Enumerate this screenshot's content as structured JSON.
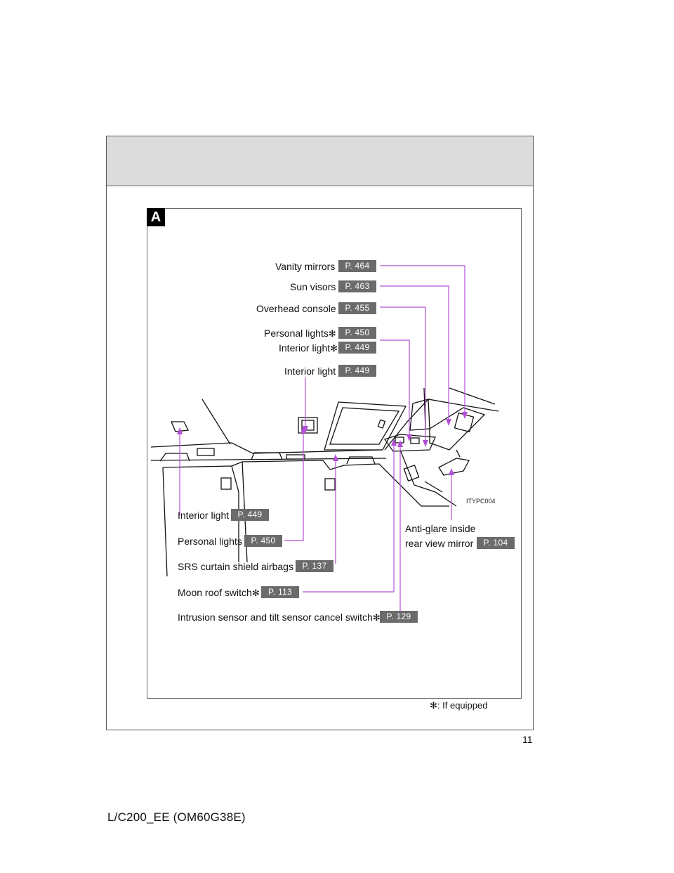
{
  "section": "A",
  "labels": {
    "vanity_mirrors": {
      "text": "Vanity mirrors",
      "page": "P. 464"
    },
    "sun_visors": {
      "text": "Sun visors",
      "page": "P. 463"
    },
    "overhead_console": {
      "text": "Overhead console",
      "page": "P. 455"
    },
    "personal_lights_opt": {
      "text": "Personal lights",
      "page": "P. 450"
    },
    "interior_light_opt": {
      "text": "Interior light",
      "page": "P. 449"
    },
    "interior_light_top": {
      "text": "Interior light",
      "page": "P. 449"
    },
    "interior_light_left": {
      "text": "Interior light",
      "page": "P. 449"
    },
    "personal_lights": {
      "text": "Personal lights",
      "page": "P. 450"
    },
    "srs_airbags": {
      "text": "SRS curtain shield airbags",
      "page": "P. 137"
    },
    "moon_roof_switch": {
      "text": "Moon roof switch",
      "page": "P. 113"
    },
    "intrusion_sensor": {
      "text": "Intrusion sensor and tilt sensor cancel switch",
      "page": "P. 129"
    },
    "anti_glare_line1": "Anti-glare inside",
    "anti_glare_line2": "rear view mirror",
    "anti_glare_page": "P. 104"
  },
  "star": "✻",
  "illustration_code": "ITYPC004",
  "footnote": ": If equipped",
  "page_number": "11",
  "doc_code": "L/C200_EE (OM60G38E)",
  "colors": {
    "leader": "#b44fd8",
    "badge": "#6b6b6b"
  }
}
